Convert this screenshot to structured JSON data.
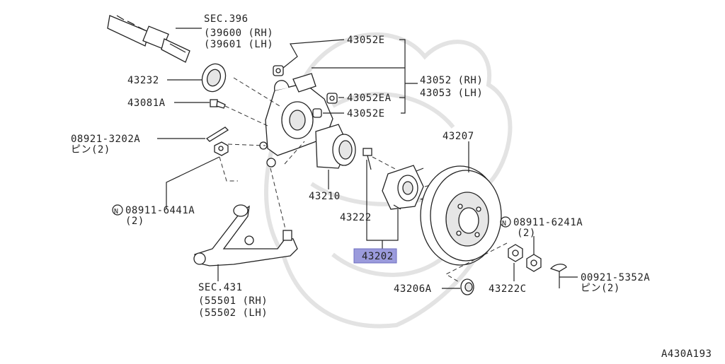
{
  "diagram_id": "A430A193",
  "highlight_color": "#9b9bdc",
  "labels": {
    "sec396": "SEC.396",
    "p39600": "(39600 (RH)",
    "p39601": "(39601 (LH)",
    "p43232": "43232",
    "p43081a": "43081A",
    "p08921": "08921-3202A",
    "pin1": "ピン(2)",
    "n08911_6441a": "08911-6441A",
    "n08911_6441a_qty": "(2)",
    "sec431": "SEC.431",
    "p55501": "(55501 (RH)",
    "p55502": "(55502 (LH)",
    "p43052e_top": "43052E",
    "p43052ea": "43052EA",
    "p43052e_bot": "43052E",
    "p43052rh": "43052 (RH)",
    "p43053lh": "43053 (LH)",
    "p43210": "43210",
    "p43222": "43222",
    "p43202": "43202",
    "p43207": "43207",
    "n08911_6241a": "08911-6241A",
    "n08911_6241a_qty": "(2)",
    "p43206a": "43206A",
    "p43222c": "43222C",
    "p00921": "00921-5352A",
    "pin2": "ピン(2)",
    "n_symbol": "N"
  }
}
